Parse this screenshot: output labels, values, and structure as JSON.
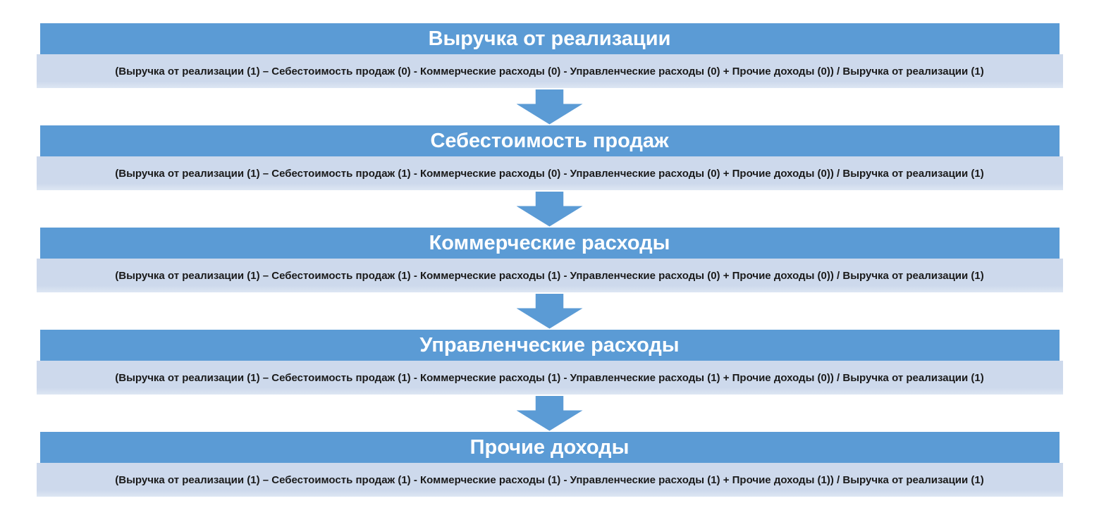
{
  "colors": {
    "header_blue": "#5b9bd5",
    "band_blue": "#cdd9ec",
    "band_blue_light": "#dde6f3",
    "arrow_blue": "#5b9bd5",
    "title_text": "#ffffff",
    "formula_text": "#1a1a1a",
    "background": "#ffffff"
  },
  "diagram": {
    "blocks": [
      {
        "title": "Выручка от реализации",
        "formula": "(Выручка от реализации (1) – Себестоимость продаж (0) - Коммерческие расходы (0) - Управленческие расходы (0) + Прочие доходы (0)) / Выручка от реализации (1)"
      },
      {
        "title": "Себестоимость продаж",
        "formula": "(Выручка от реализации (1) – Себестоимость продаж (1) - Коммерческие расходы (0) - Управленческие расходы (0) + Прочие доходы (0)) / Выручка от реализации (1)"
      },
      {
        "title": "Коммерческие расходы",
        "formula": "(Выручка от реализации (1) – Себестоимость продаж (1) - Коммерческие расходы (1) - Управленческие расходы (0) + Прочие доходы (0)) / Выручка от реализации (1)"
      },
      {
        "title": "Управленческие расходы",
        "formula": "(Выручка от реализации (1) – Себестоимость продаж (1) - Коммерческие расходы (1) - Управленческие расходы (1) + Прочие доходы (0)) / Выручка от реализации (1)"
      },
      {
        "title": "Прочие доходы",
        "formula": "(Выручка от реализации (1) – Себестоимость продаж (1) - Коммерческие расходы (1) - Управленческие расходы (1) + Прочие доходы (1)) / Выручка от реализации (1)"
      }
    ]
  }
}
